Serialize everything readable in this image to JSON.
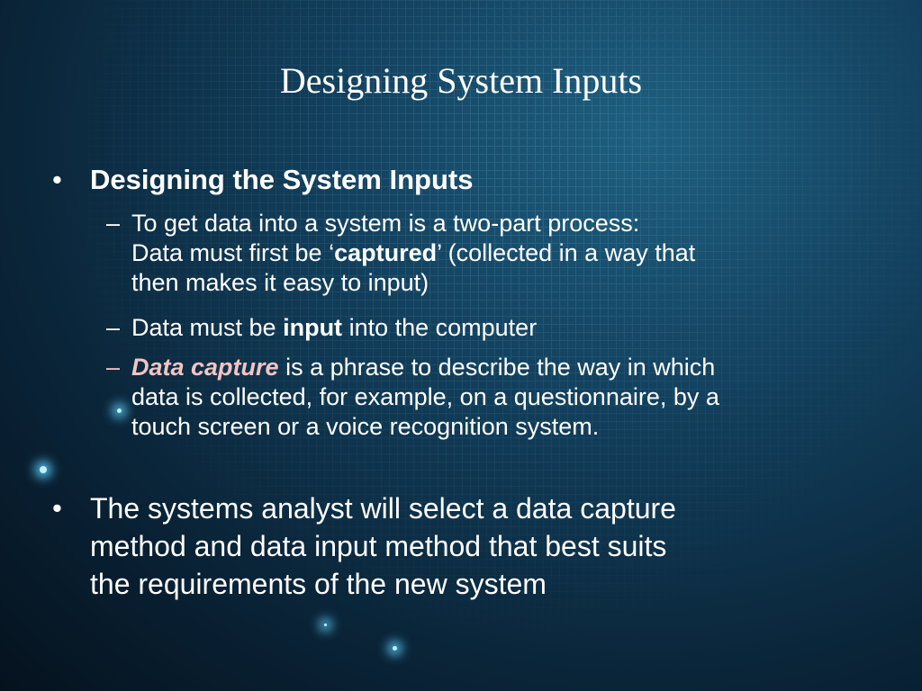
{
  "slide": {
    "title": "Designing System Inputs",
    "bullets": [
      {
        "heading": "Designing the System Inputs",
        "sub": [
          {
            "line1": "To get data into a system is a two-part process:",
            "line2_pre": "Data must first be ‘",
            "line2_bold": "captured",
            "line2_post": "’ (collected in a way that",
            "line3": "then makes it easy to input)"
          },
          {
            "pre": "Data must be ",
            "bold": "input",
            "post": " into the computer"
          },
          {
            "emph": "Data capture",
            "line1_post": " is a phrase to describe the way in which",
            "line2": "data is collected, for example, on a questionnaire, by a",
            "line3": "touch screen or a voice recognition system."
          }
        ]
      },
      {
        "lines": [
          "The systems analyst will select a data capture",
          "method and data input method that best suits",
          "the requirements of the new system"
        ]
      }
    ],
    "bullet_glyph": "•",
    "dash_glyph": "–",
    "accent_color": "#f2c4c4"
  }
}
